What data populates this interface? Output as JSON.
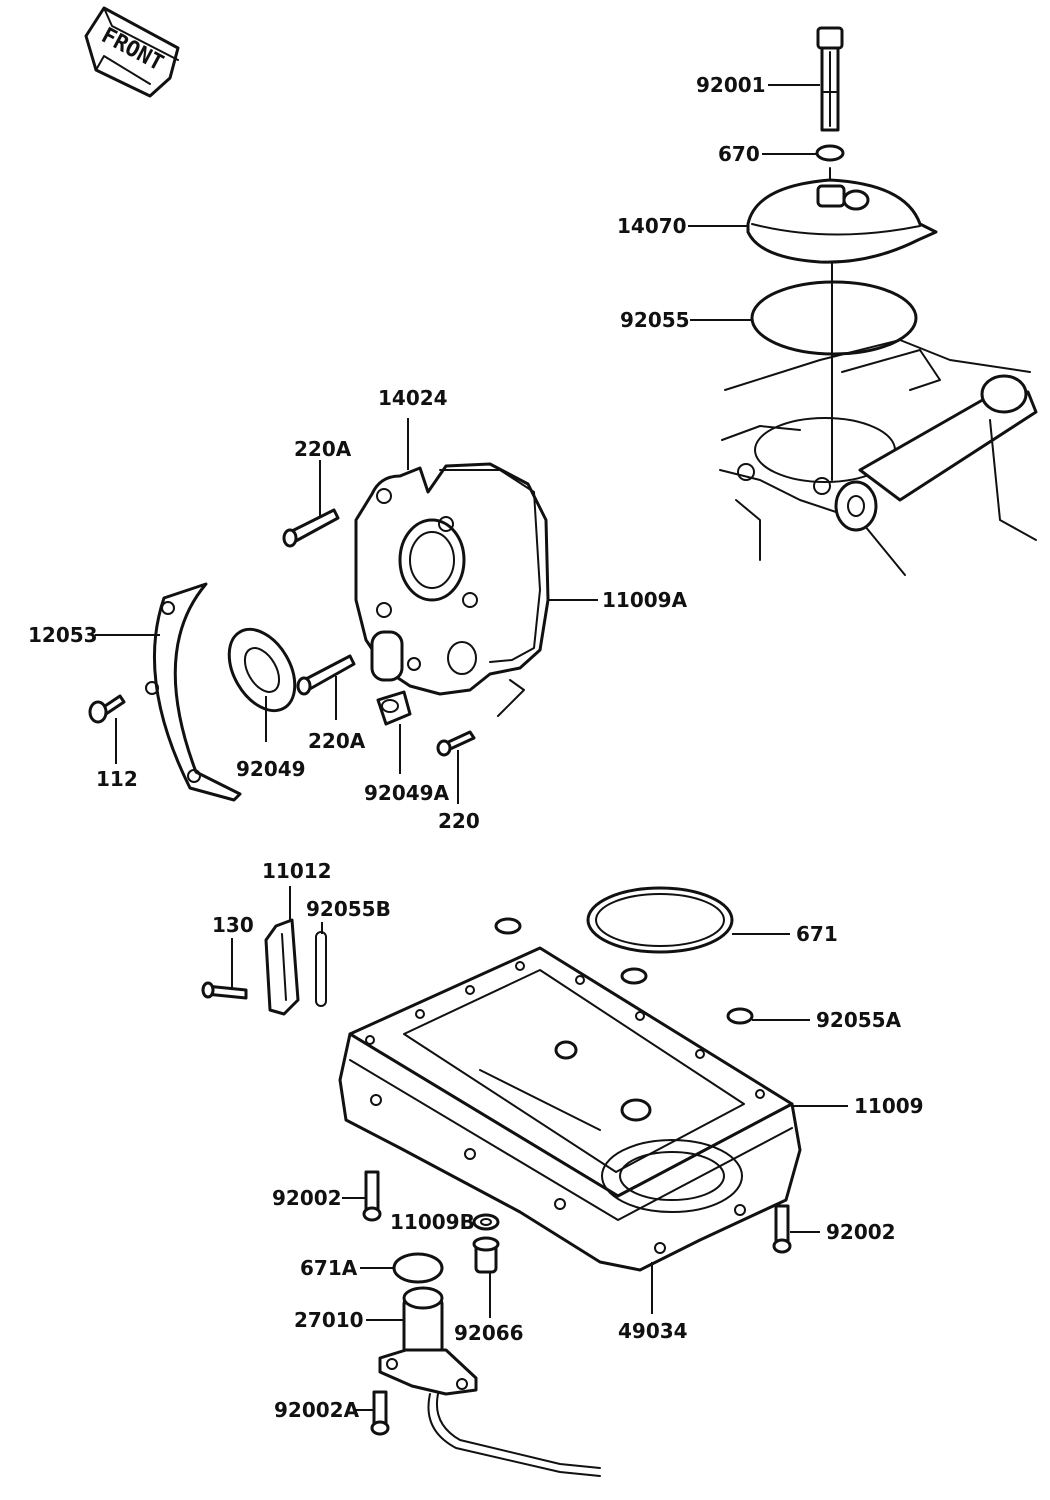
{
  "front_marker": {
    "text": "FRONT"
  },
  "labels": [
    {
      "id": "p92001",
      "text": "92001"
    },
    {
      "id": "p670",
      "text": "670"
    },
    {
      "id": "p14070",
      "text": "14070"
    },
    {
      "id": "p92055",
      "text": "92055"
    },
    {
      "id": "p14024",
      "text": "14024"
    },
    {
      "id": "p220A_top",
      "text": "220A"
    },
    {
      "id": "p11009A",
      "text": "11009A"
    },
    {
      "id": "p12053",
      "text": "12053"
    },
    {
      "id": "p112",
      "text": "112"
    },
    {
      "id": "p92049",
      "text": "92049"
    },
    {
      "id": "p220A_bottom",
      "text": "220A"
    },
    {
      "id": "p92049A",
      "text": "92049A"
    },
    {
      "id": "p220",
      "text": "220"
    },
    {
      "id": "p11012",
      "text": "11012"
    },
    {
      "id": "p92055B",
      "text": "92055B"
    },
    {
      "id": "p130",
      "text": "130"
    },
    {
      "id": "p671",
      "text": "671"
    },
    {
      "id": "p92055A",
      "text": "92055A"
    },
    {
      "id": "p11009",
      "text": "11009"
    },
    {
      "id": "p92002_left",
      "text": "92002"
    },
    {
      "id": "p11009B",
      "text": "11009B"
    },
    {
      "id": "p92002_right",
      "text": "92002"
    },
    {
      "id": "p671A",
      "text": "671A"
    },
    {
      "id": "p27010",
      "text": "27010"
    },
    {
      "id": "p92066",
      "text": "92066"
    },
    {
      "id": "p49034",
      "text": "49034"
    },
    {
      "id": "p92002A",
      "text": "92002A"
    }
  ]
}
